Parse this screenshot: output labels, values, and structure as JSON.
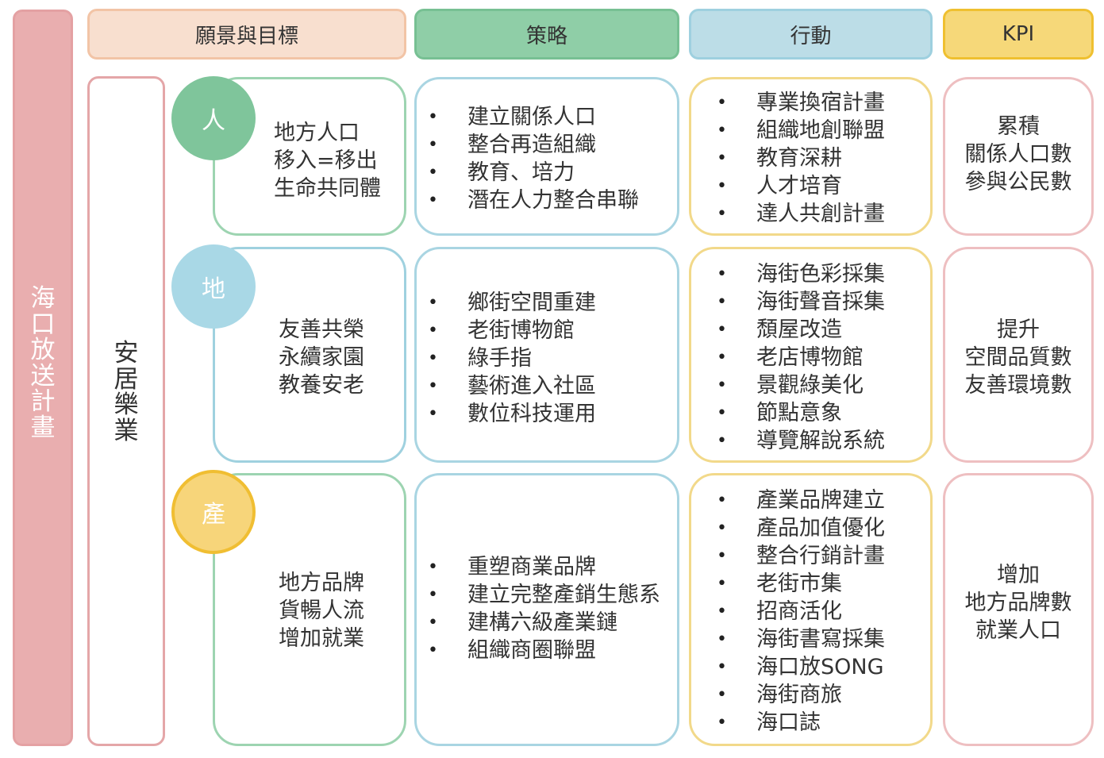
{
  "plan_title": "海口放送計畫",
  "sub_title": "安居樂業",
  "headers": {
    "vision": "願景與目標",
    "strategy": "策略",
    "action": "行動",
    "kpi": "KPI"
  },
  "rows": [
    {
      "badge": "人",
      "vision": [
        "地方人口",
        "移入=移出",
        "生命共同體"
      ],
      "strategies": [
        "建立關係人口",
        "整合再造組織",
        "教育、培力",
        "潛在人力整合串聯"
      ],
      "actions": [
        "專業換宿計畫",
        "組織地創聯盟",
        "教育深耕",
        "人才培育",
        "達人共創計畫"
      ],
      "kpi": [
        "累積",
        "關係人口數",
        "參與公民數"
      ]
    },
    {
      "badge": "地",
      "vision": [
        "友善共榮",
        "永續家園",
        "教養安老"
      ],
      "strategies": [
        "鄉街空間重建",
        "老街博物館",
        "綠手指",
        "藝術進入社區",
        "數位科技運用"
      ],
      "actions": [
        "海街色彩採集",
        "海街聲音採集",
        "頹屋改造",
        "老店博物館",
        "景觀綠美化",
        "節點意象",
        "導覽解說系統"
      ],
      "kpi": [
        "提升",
        "空間品質數",
        "友善環境數"
      ]
    },
    {
      "badge": "產",
      "vision": [
        "地方品牌",
        "貨暢人流",
        "增加就業"
      ],
      "strategies": [
        "重塑商業品牌",
        "建立完整產銷生態系",
        "建構六級產業鏈",
        "組織商圈聯盟"
      ],
      "actions": [
        "產業品牌建立",
        "產品加值優化",
        "整合行銷計畫",
        "老街市集",
        "招商活化",
        "海街書寫採集",
        "海口放SONG",
        "海街商旅",
        "海口誌"
      ],
      "kpi": [
        "增加",
        "地方品牌數",
        "就業人口"
      ]
    }
  ]
}
